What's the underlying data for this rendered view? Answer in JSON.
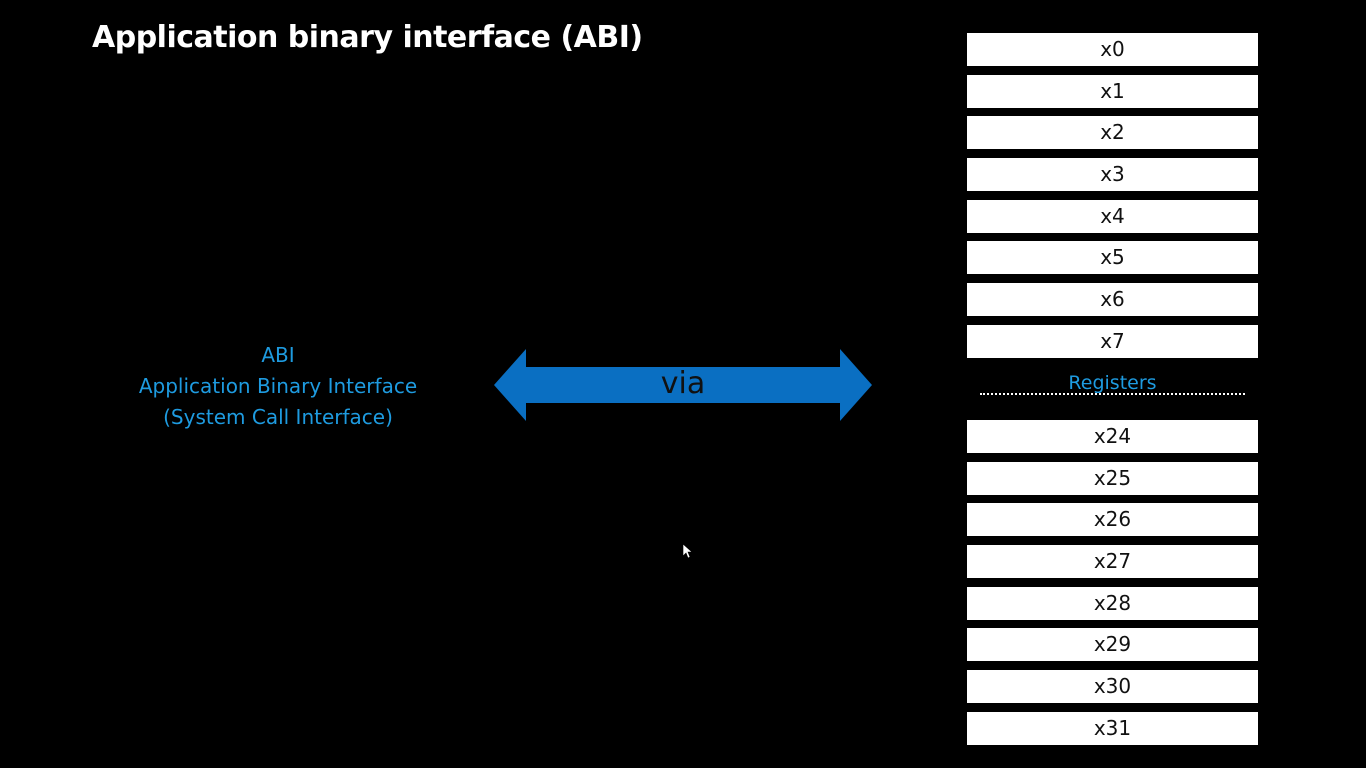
{
  "title": "Application binary interface (ABI)",
  "abi_block": {
    "line1": "ABI",
    "line2": "Application Binary Interface",
    "line3": "(System Call Interface)"
  },
  "arrow": {
    "label": "via",
    "color": "#0a6fc2"
  },
  "registers": {
    "label": "Registers",
    "top": [
      "x0",
      "x1",
      "x2",
      "x3",
      "x4",
      "x5",
      "x6",
      "x7"
    ],
    "bottom": [
      "x24",
      "x25",
      "x26",
      "x27",
      "x28",
      "x29",
      "x30",
      "x31"
    ]
  },
  "colors": {
    "background": "#000000",
    "accent_text": "#1e9be0",
    "box": "#ffffff"
  },
  "icons": {
    "cursor": "mouse-pointer-icon"
  }
}
